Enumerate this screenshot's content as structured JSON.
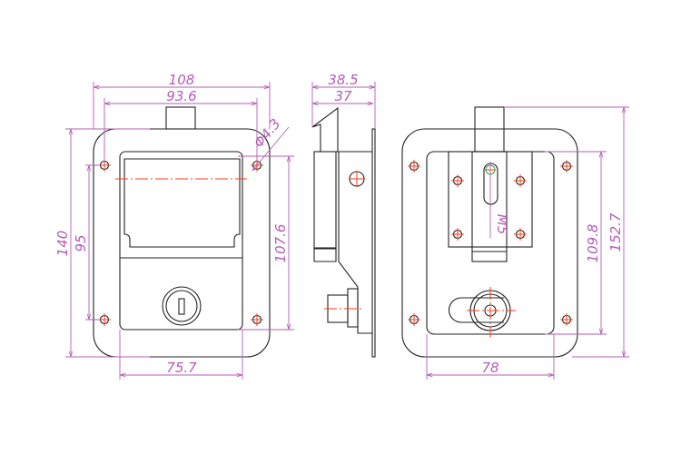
{
  "drawing": {
    "front_view": {
      "width_overall": "108",
      "hole_spacing_horizontal": "93.6",
      "height_overall": "140",
      "hole_spacing_vertical": "95",
      "hole_diameter": "Φ4.3",
      "recess_height": "107.6",
      "recess_width": "75.7"
    },
    "side_view": {
      "depth_overall": "38.5",
      "depth_body": "37"
    },
    "rear_view": {
      "thread": "M5",
      "housing_height": "109.8",
      "height_with_bolt": "152.7",
      "housing_width": "78"
    },
    "colors": {
      "dimension": "#b65cb6",
      "centerline": "#ff3b1a",
      "outline": "#222222"
    }
  }
}
